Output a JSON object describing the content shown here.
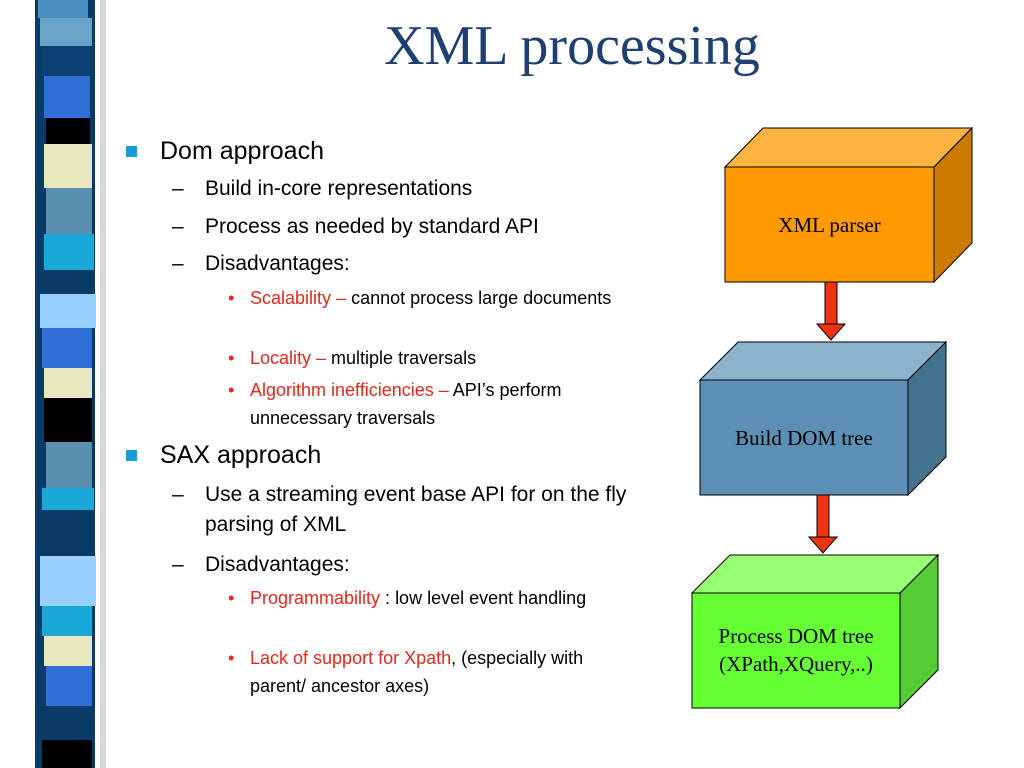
{
  "title": "XML processing",
  "colors": {
    "title": "#1f3f73",
    "highlight": "#e8261a",
    "bullet_square": "#1c9ad6",
    "parser_box": "#ff9900",
    "build_box": "#5b8fb3",
    "process_box": "#66ff33",
    "arrow": "#ee3311"
  },
  "dom": {
    "heading": "Dom approach",
    "items": [
      "Build in-core representations",
      "Process as needed by standard API",
      "Disadvantages:"
    ],
    "disadvantages": [
      {
        "term": "Scalability",
        "sep": " – ",
        "text": "cannot process large documents"
      },
      {
        "term": "Locality",
        "sep": " – ",
        "text": "multiple traversals"
      },
      {
        "term": "Algorithm  inefficiencies",
        "sep": " – ",
        "text": "API’s perform unnecessary traversals"
      }
    ]
  },
  "sax": {
    "heading": "SAX approach",
    "items": [
      "Use a streaming event base API for on the fly parsing of XML",
      "Disadvantages:"
    ],
    "disadvantages": [
      {
        "term": "Programmability",
        "sep": " :  ",
        "text": "low level event handling"
      },
      {
        "term": "Lack of support for Xpath",
        "sep": ", ",
        "text": "(especially with parent/ ancestor axes)"
      }
    ]
  },
  "diagram": {
    "parser": "XML parser",
    "build": "Build DOM tree",
    "process_line1": "Process DOM tree",
    "process_line2": "(XPath,XQuery,..)"
  }
}
